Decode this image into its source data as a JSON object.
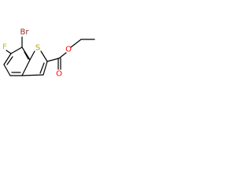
{
  "molecule": {
    "atoms": {
      "br": "Br",
      "f": "F",
      "s": "S",
      "o_carbonyl": "O",
      "o_ester": "O"
    },
    "colors": {
      "br": "#8b2e1f",
      "f": "#9acd32",
      "s": "#b8a000",
      "o": "#ff0000",
      "bond": "#000000",
      "background": "#ffffff"
    }
  }
}
